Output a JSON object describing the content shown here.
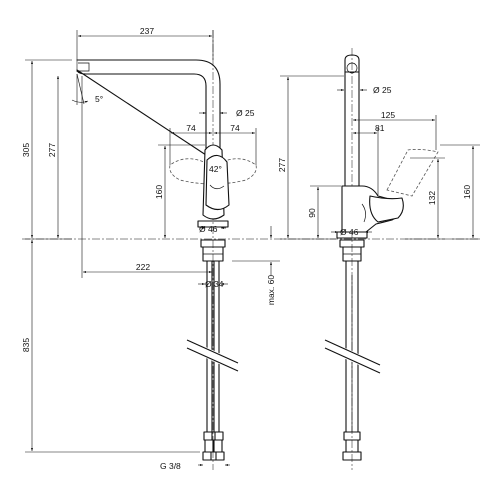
{
  "front_view": {
    "dimensions": {
      "spout_reach": "237",
      "spout_angle": "5°",
      "total_height": "305",
      "spout_height": "277",
      "spout_diameter": "Ø 25",
      "handle_left": "74",
      "handle_right": "74",
      "handle_angle": "42°",
      "handle_height": "160",
      "base_diameter": "Ø 46",
      "outlet_offset": "222",
      "shank_diameter": "Ø 34",
      "max_thickness": "max. 60",
      "hose_length": "835",
      "thread": "G 3/8"
    }
  },
  "side_view": {
    "dimensions": {
      "spout_diameter": "Ø 25",
      "spout_height": "277",
      "lever_reach": "125",
      "lever_pivot_offset": "81",
      "lever_rise": "132",
      "lever_height": "160",
      "body_height": "90",
      "base_diameter": "Ø 46"
    }
  }
}
